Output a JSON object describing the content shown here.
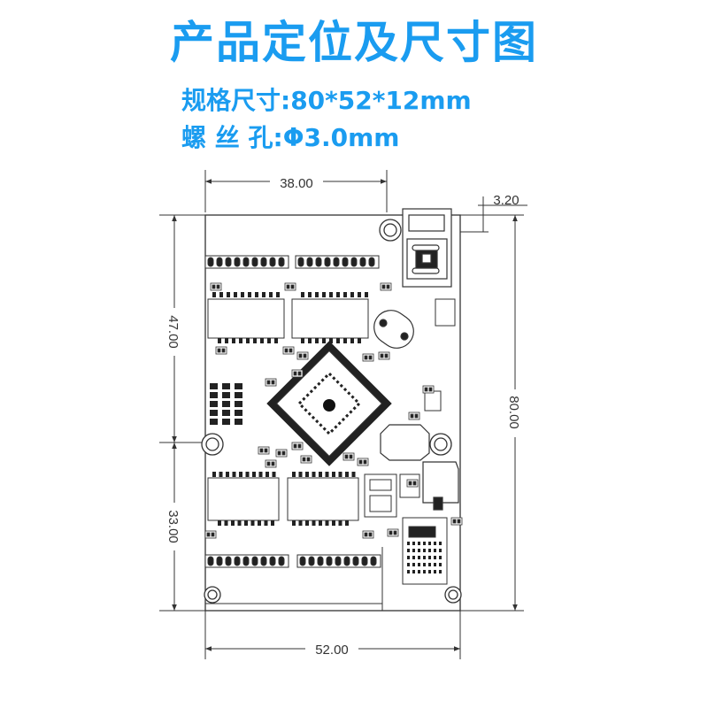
{
  "title": "产品定位及尺寸图",
  "specs": {
    "size_label": "规格尺寸:",
    "size_value": "80*52*12mm",
    "hole_label": "螺 丝 孔:",
    "hole_value": "Φ3.0mm"
  },
  "dimensions": {
    "top_width": "38.00",
    "jack_offset": "3.20",
    "left_upper": "47.00",
    "left_lower": "33.00",
    "right_height": "80.00",
    "bottom_width": "52.00"
  },
  "colors": {
    "accent": "#1a9cf0",
    "line": "#333333",
    "component": "#222222"
  }
}
